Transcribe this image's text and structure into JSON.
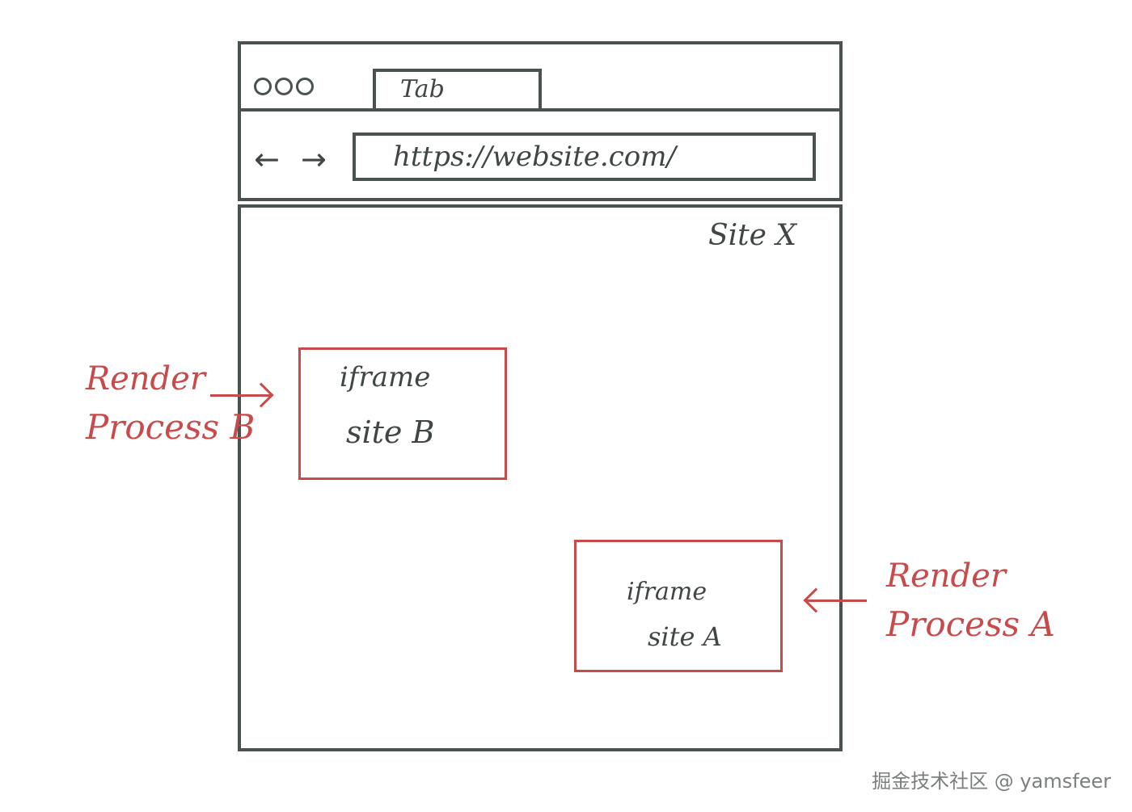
{
  "browser": {
    "tab_label": "Tab",
    "back_icon": "left-arrow-icon",
    "forward_icon": "right-arrow-icon",
    "back_glyph": "←",
    "forward_glyph": "→",
    "url": "https://website.com/",
    "site_label": "Site X"
  },
  "iframes": [
    {
      "title": "iframe",
      "site": "site B"
    },
    {
      "title": "iframe",
      "site": "site A"
    }
  ],
  "processes": [
    {
      "line1": "Render",
      "line2": "Process B"
    },
    {
      "line1": "Render",
      "line2": "Process A"
    }
  ],
  "watermark": "掘金技术社区 @ yamsfeer",
  "colors": {
    "ink": "#4a524f",
    "accent": "#c84a4a"
  }
}
